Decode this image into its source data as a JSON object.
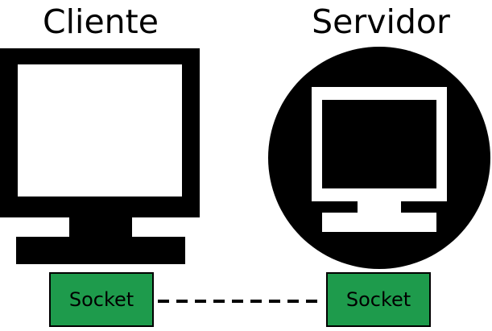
{
  "diagram": {
    "client": {
      "title": "Cliente",
      "socket_label": "Socket"
    },
    "server": {
      "title": "Servidor",
      "socket_label": "Socket"
    },
    "icons": {
      "client": "desktop-monitor-icon",
      "server": "server-monitor-circle-icon"
    },
    "colors": {
      "socket_fill": "#1e9b4c",
      "outline": "#000000",
      "background": "#ffffff"
    }
  }
}
